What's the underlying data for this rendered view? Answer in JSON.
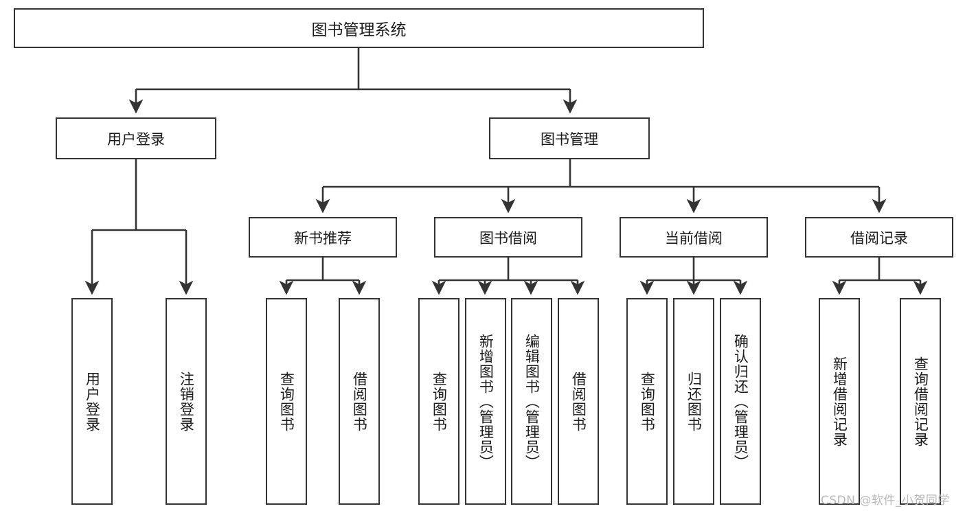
{
  "diagram": {
    "type": "tree",
    "title": "图书管理系统",
    "orientation": "top-down",
    "line_color": "#333333",
    "box_fill": "#ffffff",
    "text_color": "#1b1b1b",
    "root": {
      "label": "图书管理系统",
      "level": 1
    },
    "level2": [
      {
        "label": "用户登录"
      },
      {
        "label": "图书管理"
      }
    ],
    "level3": [
      {
        "label": "新书推荐",
        "parent": "图书管理"
      },
      {
        "label": "图书借阅",
        "parent": "图书管理"
      },
      {
        "label": "当前借阅",
        "parent": "图书管理"
      },
      {
        "label": "借阅记录",
        "parent": "图书管理"
      }
    ],
    "leaves": {
      "user_login": [
        {
          "label": "用户登录"
        },
        {
          "label": "注销登录"
        }
      ],
      "new_book_recommend": [
        {
          "label": "查询图书"
        },
        {
          "label": "借阅图书"
        }
      ],
      "book_borrow": [
        {
          "label": "查询图书"
        },
        {
          "label": "新增图书（管理员）"
        },
        {
          "label": "编辑图书（管理员）"
        },
        {
          "label": "借阅图书"
        }
      ],
      "current_borrow": [
        {
          "label": "查询图书"
        },
        {
          "label": "归还图书"
        },
        {
          "label": "确认归还（管理员）"
        }
      ],
      "borrow_record": [
        {
          "label": "新增借阅记录"
        },
        {
          "label": "查询借阅记录"
        }
      ]
    }
  },
  "watermark": {
    "text": "CSDN @软件_小贺同学"
  }
}
